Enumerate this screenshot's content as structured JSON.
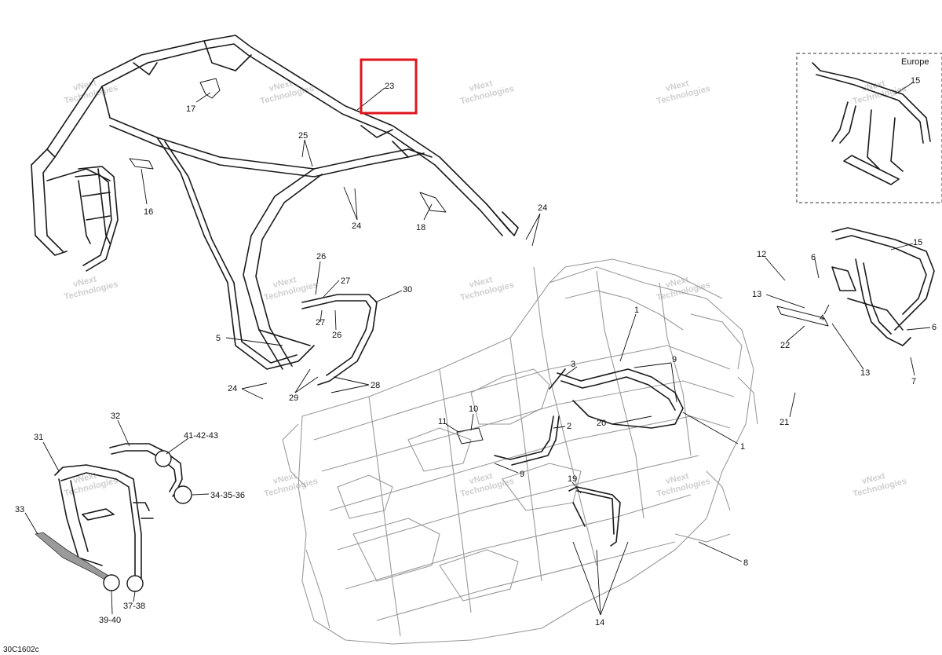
{
  "callouts": {
    "p1a": "1",
    "p1b": "1",
    "p2": "2",
    "p3": "3",
    "p4": "4",
    "p5": "5",
    "p6a": "6",
    "p6b": "6",
    "p7": "7",
    "p8": "8",
    "p9a": "9",
    "p9b": "9",
    "p10": "10",
    "p11": "11",
    "p12": "12",
    "p13a": "13",
    "p13b": "13",
    "p14": "14",
    "p15a": "15",
    "p15b": "15",
    "p16": "16",
    "p17": "17",
    "p18": "18",
    "p19": "19",
    "p20": "20",
    "p21": "21",
    "p22": "22",
    "p23": "23",
    "p24a": "24",
    "p24b": "24",
    "p24c": "24",
    "p25": "25",
    "p26a": "26",
    "p26b": "26",
    "p27a": "27",
    "p27b": "27",
    "p28": "28",
    "p29": "29",
    "p30": "30",
    "p31": "31",
    "p32": "32",
    "p33": "33",
    "p34_36": "34-35-36",
    "p37_38": "37-38",
    "p39_40": "39-40",
    "p41_43": "41-42-43"
  },
  "region_label": "Europe",
  "drawing_code": "30C1602c",
  "watermark": [
    "vNext",
    "Technologies"
  ],
  "highlighted_callout": "23",
  "colors": {
    "highlight": "#e0141e",
    "line": "#1a1a1a",
    "frame_line": "#9a9a9a",
    "watermark": "#cfcfcf"
  }
}
